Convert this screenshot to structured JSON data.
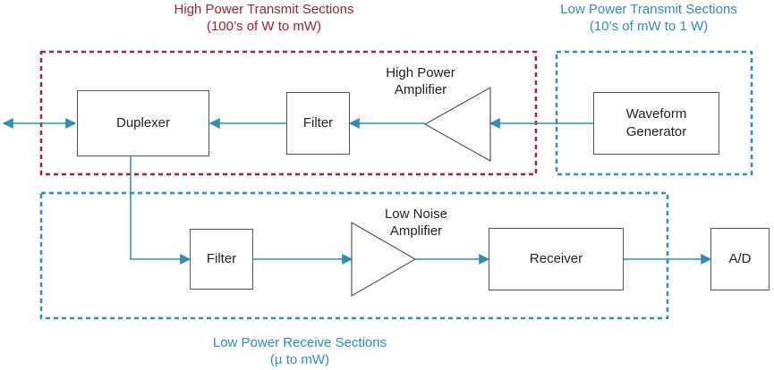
{
  "sections": {
    "high_tx": {
      "line1": "High Power Transmit Sections",
      "line2": "(100’s of W to mW)",
      "color": "#9b2335"
    },
    "low_tx": {
      "line1": "Low Power Transmit Sections",
      "line2": "(10’s of mW to 1 W)",
      "color": "#2b8fb2"
    },
    "low_rx": {
      "line1": "Low Power Receive Sections",
      "line2": "(µ to mW)",
      "color": "#2b8fb2"
    }
  },
  "blocks": {
    "duplexer": "Duplexer",
    "tx_filter": "Filter",
    "waveform_line1": "Waveform",
    "waveform_line2": "Generator",
    "rx_filter": "Filter",
    "receiver": "Receiver",
    "adc": "A/D"
  },
  "amplifiers": {
    "hpa_line1": "High Power",
    "hpa_line2": "Amplifier",
    "lna_line1": "Low Noise",
    "lna_line2": "Amplifier"
  },
  "colors": {
    "signal": "#2b8fb2",
    "border": "#555555"
  }
}
